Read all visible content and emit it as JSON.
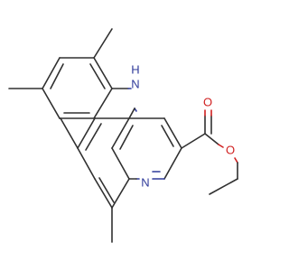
{
  "molecule": {
    "atoms": {
      "amine_n": "N",
      "amine_h": "H",
      "ring_n": "N",
      "carbonyl_o": "O",
      "ester_o": "O"
    }
  },
  "colors": {
    "bond": "#303030",
    "nitrogen": "#2f3a9a",
    "oxygen": "#d02020",
    "background": "#ffffff"
  }
}
